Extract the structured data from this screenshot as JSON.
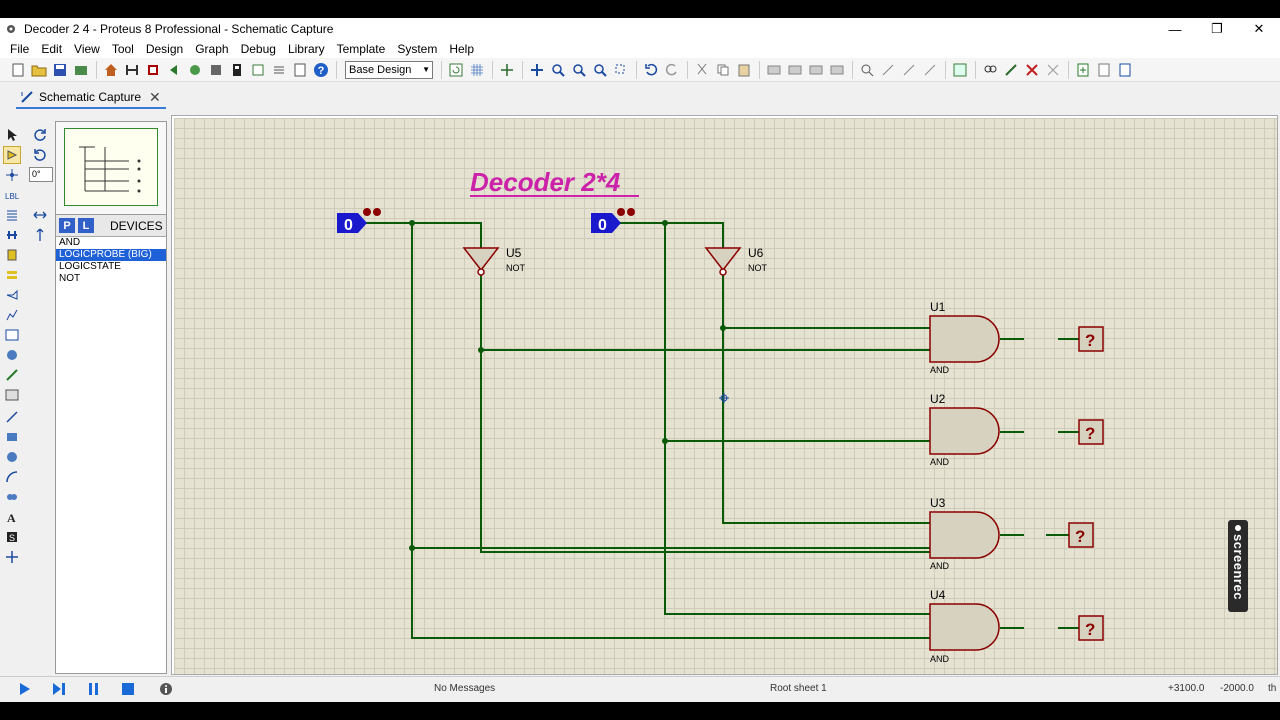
{
  "window": {
    "title": "Decoder 2 4 - Proteus 8 Professional - Schematic Capture",
    "controls": [
      "—",
      "❐",
      "✕"
    ]
  },
  "menu": [
    "File",
    "Edit",
    "View",
    "Tool",
    "Design",
    "Graph",
    "Debug",
    "Library",
    "Template",
    "System",
    "Help"
  ],
  "toolbar": {
    "design_select": "Base Design"
  },
  "tab": {
    "label": "Schematic Capture",
    "close": "✕"
  },
  "rotation_value": "0°",
  "devices": {
    "p_label": "P",
    "l_label": "L",
    "header": "DEVICES",
    "items": [
      "AND",
      "LOGICPROBE (BIG)",
      "LOGICSTATE",
      "NOT"
    ],
    "selected_index": 1
  },
  "schematic": {
    "heading": "Decoder 2*4",
    "logicstate_1": "0",
    "logicstate_2": "0",
    "not_gates": [
      {
        "ref": "U5",
        "type": "NOT"
      },
      {
        "ref": "U6",
        "type": "NOT"
      }
    ],
    "and_gates": [
      {
        "ref": "U1",
        "type": "AND"
      },
      {
        "ref": "U2",
        "type": "AND"
      },
      {
        "ref": "U3",
        "type": "AND"
      },
      {
        "ref": "U4",
        "type": "AND"
      }
    ],
    "probe_value": "?",
    "colors": {
      "wire": "#0a5a0a",
      "gate_fill": "#d7d2bf",
      "gate_stroke": "#8b0000",
      "logicstate": "#1a1acc",
      "heading": "#cc22aa",
      "grid_bg": "#e6e2d2"
    }
  },
  "status": {
    "messages": "No Messages",
    "sheet": "Root sheet 1",
    "x": "+3100.0",
    "y": "-2000.0",
    "unit": "th"
  },
  "watermark": "screenrec"
}
